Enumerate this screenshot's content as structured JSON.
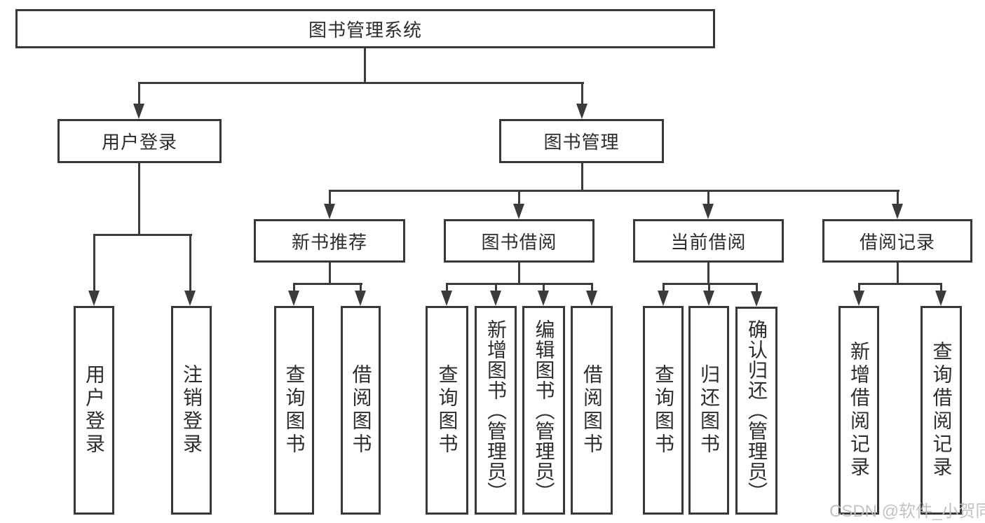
{
  "diagram_title": "图书管理系统",
  "tree": {
    "root": {
      "label": "图书管理系统"
    },
    "branches": {
      "user": {
        "label": "用户登录",
        "children": [
          "用户登录",
          "注销登录"
        ]
      },
      "mgmt": {
        "label": "图书管理"
      }
    },
    "groups": {
      "newbook": {
        "label": "新书推荐",
        "children": [
          "查询图书",
          "借阅图书"
        ]
      },
      "borrow": {
        "label": "图书借阅",
        "children": [
          "查询图书",
          "新增图书（管理员）",
          "编辑图书（管理员）",
          "借阅图书"
        ]
      },
      "current": {
        "label": "当前借阅",
        "children": [
          "查询图书",
          "归还图书",
          "确认归还（管理员）"
        ]
      },
      "record": {
        "label": "借阅记录",
        "children": [
          "新增借阅记录",
          "查询借阅记录"
        ]
      }
    }
  },
  "watermark": {
    "text": "CSDN @软件_小贺同学"
  },
  "colors": {
    "background": "#ffffff",
    "line": "#3b3b3b",
    "box_border": "#383838",
    "text": "#2d2d2d",
    "watermark": "#bdbdbd"
  }
}
